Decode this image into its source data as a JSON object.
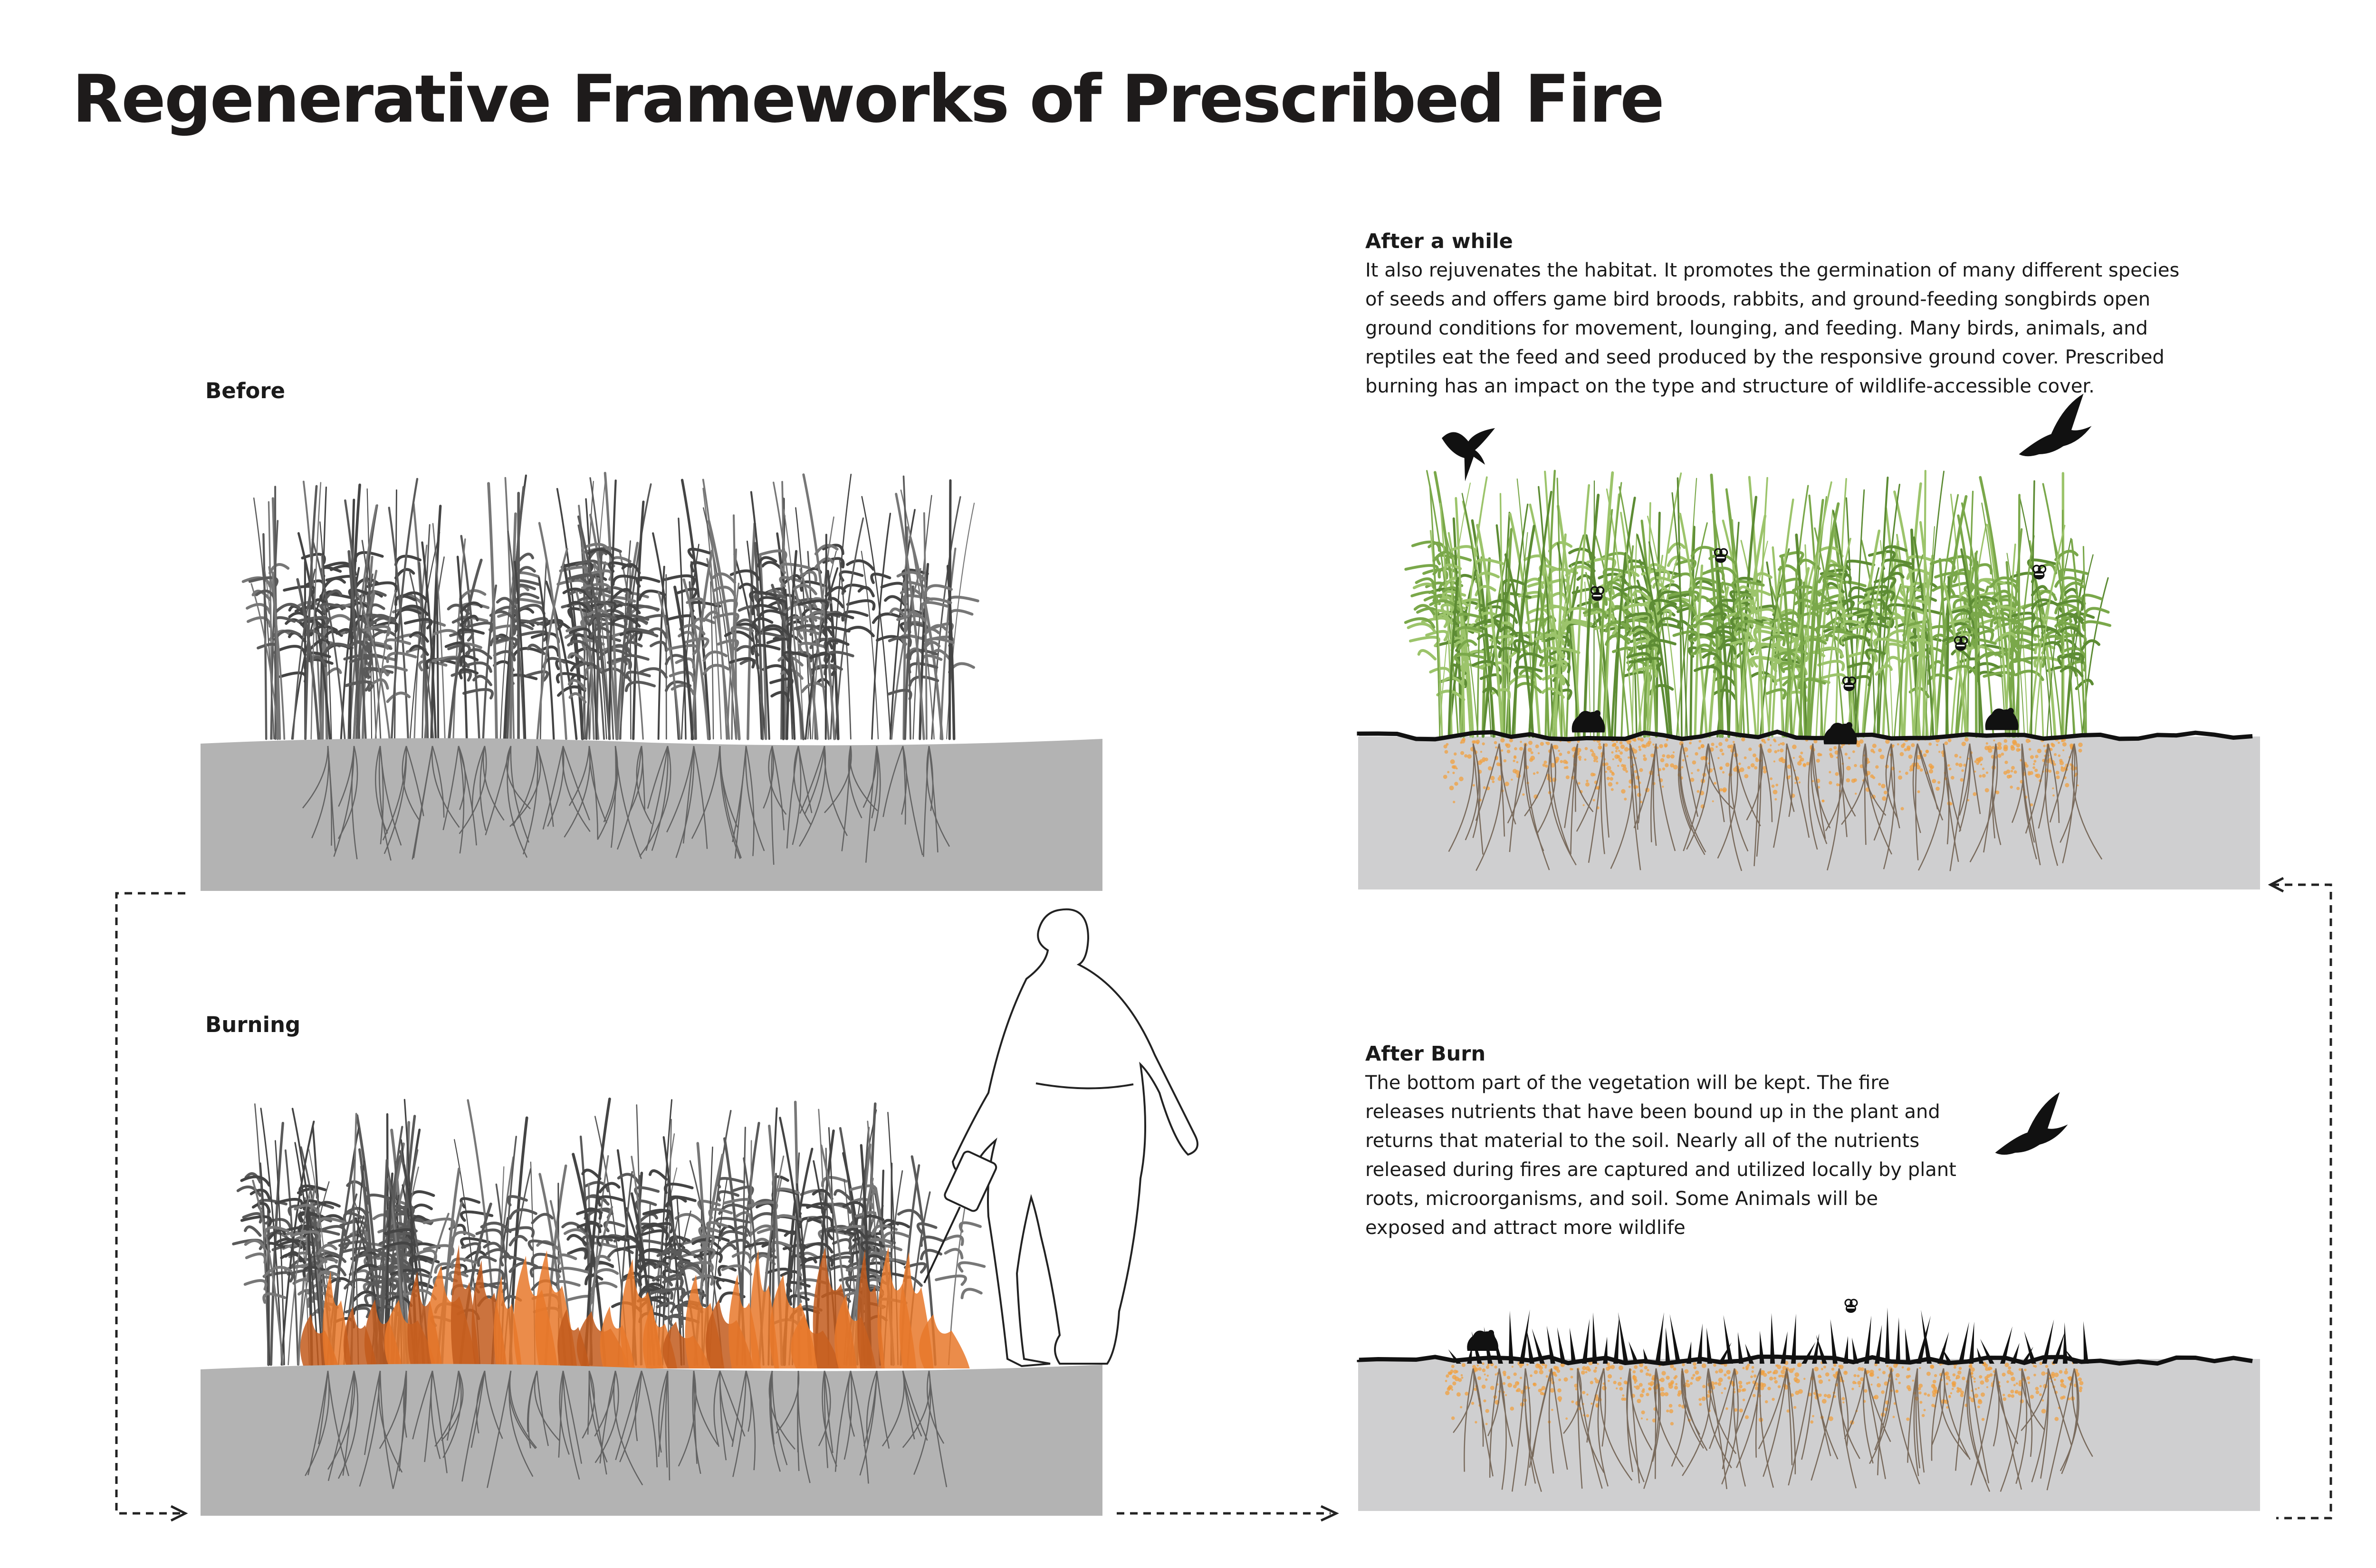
{
  "title": "Regenerative Frameworks of Prescribed Fire",
  "panels": {
    "before": {
      "label": "Before"
    },
    "burning": {
      "label": "Burning"
    },
    "after_a_while": {
      "title": "After a while",
      "body": "It also rejuvenates the habitat. It promotes the germination of many different species of seeds and offers game bird broods, rabbits, and ground-feeding songbirds open ground conditions for movement, lounging, and feeding. Many birds, animals, and reptiles eat the feed and seed produced by the responsive ground cover. Prescribed burning has an impact on the type and structure of wildlife-accessible cover."
    },
    "after_burn": {
      "title": "After Burn",
      "body": "The bottom part of the vegetation will be kept. The fire releases nutrients that have been bound up in the plant and returns that material to the soil. Nearly all of the nutrients released during fires are captured and utilized locally by plant roots, microorganisms, and soil. Some Animals will be exposed and attract more wildlife"
    }
  },
  "colors": {
    "soil_gray": "#b3b3b3",
    "soil_light": "#cfcfd0",
    "grass_gray": "#5a5a5a",
    "grass_green_dark": "#5d8c34",
    "grass_green_light": "#9cc46b",
    "flame_orange": "#e8782a",
    "flame_dark": "#c25a1c",
    "nutrient_orange": "#f0a040",
    "silhouette": "#111111"
  },
  "icons": [
    "bird-icon",
    "eagle-icon",
    "bee-icon",
    "mouse-icon",
    "flow-arrow-icon"
  ]
}
